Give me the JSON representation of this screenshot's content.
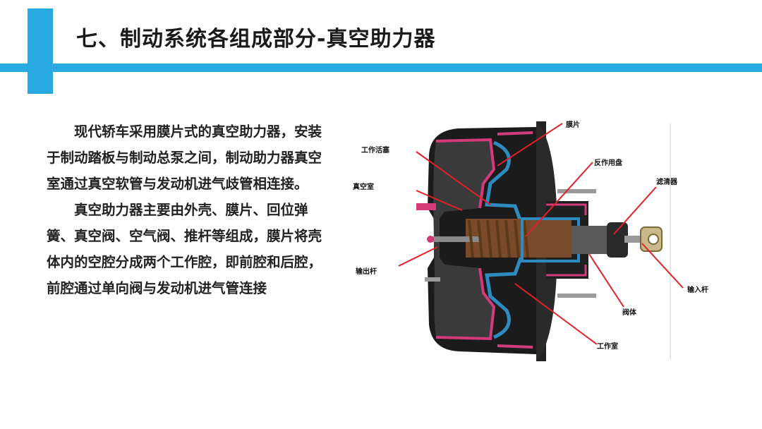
{
  "slide": {
    "title": "七、制动系统各组成部分-真空助力器",
    "paragraphs": [
      "现代轿车采用膜片式的真空助力器，安装于制动踏板与制动总泵之间，制动助力器真空室通过真空软管与发动机进气歧管相连接。",
      "真空助力器主要由外壳、膜片、回位弹簧、真空阀、空气阀、推杆等组成，膜片将壳体内的空腔分成两个工作腔，即前腔和后腔，前腔通过单向阀与发动机进气管连接"
    ]
  },
  "diagram": {
    "labels": {
      "diaphragm": "膜片",
      "working_piston": "工作活塞",
      "reaction_disc": "反作用盘",
      "vacuum_chamber": "真空室",
      "filter": "滤清器",
      "output_rod": "输出杆",
      "input_rod": "输入杆",
      "valve_body": "阀体",
      "working_chamber": "工作室"
    },
    "colors": {
      "shell": "#1b1b1b",
      "shell_section": "#d23a7a",
      "diaphragm": "#2e8bc0",
      "spring": "#6b4a2a",
      "leader_line": "#e0202a"
    }
  }
}
